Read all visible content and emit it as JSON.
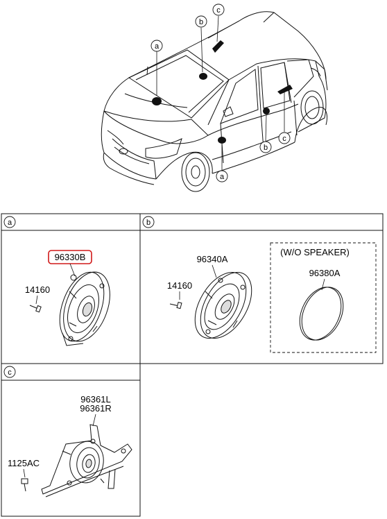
{
  "callouts": {
    "a1": "a",
    "b1": "b",
    "c1": "c",
    "b2": "b",
    "c2": "c",
    "a2": "a"
  },
  "panels": {
    "a": {
      "letter": "a",
      "part_number": "96330B",
      "screw_number": "14160",
      "part_highlight_color": "#d01818"
    },
    "b": {
      "letter": "b",
      "part_number": "96340A",
      "screw_number": "14160",
      "alt_label": "(W/O SPEAKER)",
      "alt_part_number": "96380A"
    },
    "c": {
      "letter": "c",
      "part_number_l": "96361L",
      "part_number_r": "96361R",
      "bolt_number": "1125AC"
    }
  },
  "icons": [
    "car-icon",
    "speaker-icon",
    "screw-icon",
    "cover-disc-icon",
    "bracket-icon",
    "bolt-icon"
  ]
}
